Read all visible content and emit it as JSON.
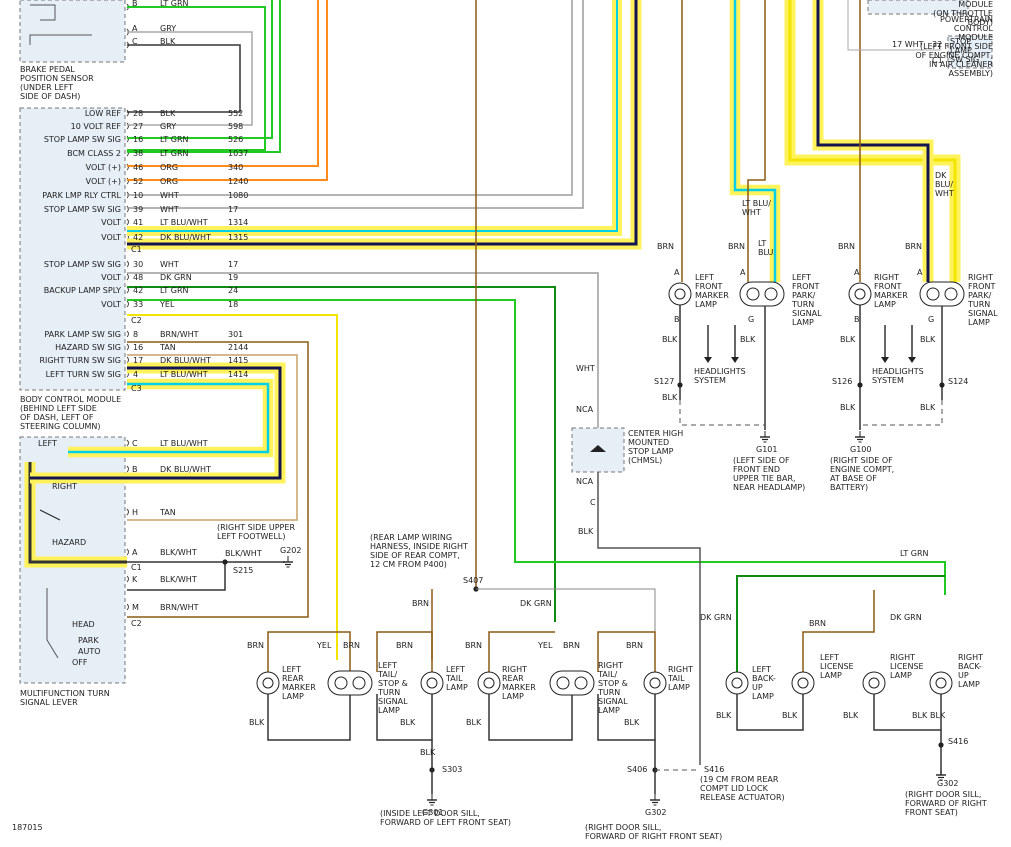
{
  "footer_id": "187015",
  "colors": {
    "lt_grn": "#22c922",
    "dk_grn": "#118a11",
    "gry": "#a8a8a8",
    "blk": "#333333",
    "org": "#ff8c1a",
    "wht": "#9c9c9c",
    "lt_blu_wht": "#00cfe8",
    "dk_blu_wht": "#141450",
    "yel": "#f2e600",
    "brn": "#8a5a14",
    "tan": "#c8a06a",
    "highlight": "#fff25a",
    "module_fill": "#e6eef6"
  },
  "modules": {
    "brake_sensor": "BRAKE PEDAL\nPOSITION SENSOR\n(UNDER LEFT\nSIDE OF DASH)",
    "bcm": "BODY CONTROL MODULE\n(BEHIND LEFT SIDE\nOF DASH, LEFT OF\nSTEERING COLUMN)",
    "mfl": "MULTIFUNCTION TURN\nSIGNAL LEVER",
    "pcm": "POWERTRAIN\nCONTROL\nMODULE\n(LEFT FRONT SIDE\nOF ENGINE COMPT,\nIN AIR CLEANER\nASSEMBLY)",
    "throttle": "MODULE\n(ON THROTTLE\nBODY)",
    "pcm_pin": "STOP\nLAMP\nSW SIG",
    "chmsl": "CENTER HIGH\nMOUNTED\nSTOP LAMP\n(CHMSL)"
  },
  "bcm_pins_c1": [
    {
      "label": "LOW REF",
      "pin": "28",
      "color": "BLK",
      "circuit": "552"
    },
    {
      "label": "10 VOLT REF",
      "pin": "27",
      "color": "GRY",
      "circuit": "598"
    },
    {
      "label": "STOP LAMP SW SIG",
      "pin": "16",
      "color": "LT GRN",
      "circuit": "526"
    },
    {
      "label": "BCM CLASS 2",
      "pin": "38",
      "color": "LT GRN",
      "circuit": "1037"
    },
    {
      "label": "VOLT (+)",
      "pin": "46",
      "color": "ORG",
      "circuit": "340"
    },
    {
      "label": "VOLT (+)",
      "pin": "52",
      "color": "ORG",
      "circuit": "1240"
    },
    {
      "label": "PARK LMP RLY CTRL",
      "pin": "10",
      "color": "WHT",
      "circuit": "1080"
    },
    {
      "label": "STOP LAMP SW SIG",
      "pin": "39",
      "color": "WHT",
      "circuit": "17"
    },
    {
      "label": "VOLT",
      "pin": "41",
      "color": "LT BLU/WHT",
      "circuit": "1314"
    },
    {
      "label": "VOLT",
      "pin": "42",
      "color": "DK BLU/WHT",
      "circuit": "1315"
    }
  ],
  "bcm_pins_c2": [
    {
      "label": "STOP LAMP SW SIG",
      "pin": "30",
      "color": "WHT",
      "circuit": "17"
    },
    {
      "label": "VOLT",
      "pin": "48",
      "color": "DK GRN",
      "circuit": "19"
    },
    {
      "label": "BACKUP LAMP SPLY",
      "pin": "42",
      "color": "LT GRN",
      "circuit": "24"
    },
    {
      "label": "VOLT",
      "pin": "33",
      "color": "YEL",
      "circuit": "18"
    }
  ],
  "bcm_pins_c3": [
    {
      "label": "PARK LAMP SW SIG",
      "pin": "8",
      "color": "BRN/WHT",
      "circuit": "301"
    },
    {
      "label": "HAZARD SW SIG",
      "pin": "16",
      "color": "TAN",
      "circuit": "2144"
    },
    {
      "label": "RIGHT TURN SW SIG",
      "pin": "17",
      "color": "DK BLU/WHT",
      "circuit": "1415"
    },
    {
      "label": "LEFT TURN SW SIG",
      "pin": "4",
      "color": "LT BLU/WHT",
      "circuit": "1414"
    }
  ],
  "connectors": {
    "c1": "C1",
    "c2": "C2",
    "c3": "C3"
  },
  "brake_pins": [
    {
      "pin": "B",
      "color": "LT GRN"
    },
    {
      "pin": "A",
      "color": "GRY"
    },
    {
      "pin": "C",
      "color": "BLK"
    }
  ],
  "mfl_pins": [
    {
      "pin": "C",
      "color": "LT BLU/WHT"
    },
    {
      "pin": "B",
      "color": "DK BLU/WHT"
    },
    {
      "pin": "H",
      "color": "TAN"
    },
    {
      "pin": "A",
      "color": "BLK/WHT"
    },
    {
      "pin": "K",
      "color": "BLK/WHT"
    },
    {
      "pin": "M",
      "color": "BRN/WHT"
    }
  ],
  "mfl_switch": {
    "left": "LEFT",
    "right": "RIGHT",
    "hazard": "HAZARD",
    "head": "HEAD",
    "park": "PARK",
    "auto": "AUTO",
    "off": "OFF"
  },
  "pcm_wire": {
    "pin": "17",
    "color": "WHT",
    "circuit": "32",
    "conn": "C1"
  },
  "ground_splices": {
    "g202": "G202",
    "s215": "S215",
    "right_side_upper": "(RIGHT SIDE UPPER\nLEFT FOOTWELL)",
    "s407": "S407",
    "rear_harness": "(REAR LAMP WIRING\nHARNESS, INSIDE RIGHT\nSIDE OF REAR COMPT,\n12 CM FROM P400)",
    "s303": "S303",
    "g301": "G301",
    "g301_desc": "(INSIDE LEFT DOOR SILL,\nFORWARD OF LEFT FRONT SEAT)",
    "s406": "S406",
    "s416": "S416",
    "s416_desc": "(19 CM FROM REAR\nCOMPT LID LOCK\nRELEASE ACTUATOR)",
    "g302": "G302",
    "g302_desc": "(RIGHT DOOR SILL,\nFORWARD OF RIGHT FRONT SEAT)",
    "s416_right": "S416",
    "g302_right": "G302",
    "g302_right_desc": "(RIGHT DOOR SILL,\nFORWARD OF RIGHT\nFRONT SEAT)",
    "s127": "S127",
    "s126": "S126",
    "s124": "S124",
    "g101": "G101",
    "g101_desc": "(LEFT SIDE OF\nFRONT END\nUPPER TIE BAR,\nNEAR HEADLAMP)",
    "g100": "G100",
    "g100_desc": "(RIGHT SIDE OF\nENGINE COMPT,\nAT BASE OF\nBATTERY)",
    "headlights_left": "HEADLIGHTS\nSYSTEM",
    "headlights_right": "HEADLIGHTS\nSYSTEM"
  },
  "front_lamps": {
    "left_marker": "LEFT\nFRONT\nMARKER\nLAMP",
    "left_park": "LEFT\nFRONT\nPARK/\nTURN\nSIGNAL\nLAMP",
    "right_marker": "RIGHT\nFRONT\nMARKER\nLAMP",
    "right_park": "RIGHT\nFRONT\nPARK/\nTURN\nSIGNAL\nLAMP"
  },
  "rear_lamps": {
    "left_marker": "LEFT\nREAR\nMARKER\nLAMP",
    "left_tail_stop": "LEFT\nTAIL/\nSTOP &\nTURN\nSIGNAL\nLAMP",
    "left_tail": "LEFT\nTAIL\nLAMP",
    "right_marker": "RIGHT\nREAR\nMARKER\nLAMP",
    "right_tail_stop": "RIGHT\nTAIL/\nSTOP &\nTURN\nSIGNAL\nLAMP",
    "right_tail": "RIGHT\nTAIL\nLAMP",
    "left_backup": "LEFT\nBACK-\nUP\nLAMP",
    "left_license": "LEFT\nLICENSE\nLAMP",
    "right_license": "RIGHT\nLICENSE\nLAMP",
    "right_backup": "RIGHT\nBACK-\nUP\nLAMP"
  },
  "wire_labels": {
    "brn": "BRN",
    "blk": "BLK",
    "wht": "WHT",
    "yel": "YEL",
    "dk_grn": "DK GRN",
    "lt_grn": "LT GRN",
    "lt_blu_wht_split": "LT BLU/\nWHT",
    "dk_blu_wht_split": "DK\nBLU/\nWHT",
    "lt_blu_short": "LT\nBLU",
    "nca": "NCA",
    "pin_a": "A",
    "pin_b": "B",
    "pin_c": "C",
    "pin_g": "G"
  }
}
